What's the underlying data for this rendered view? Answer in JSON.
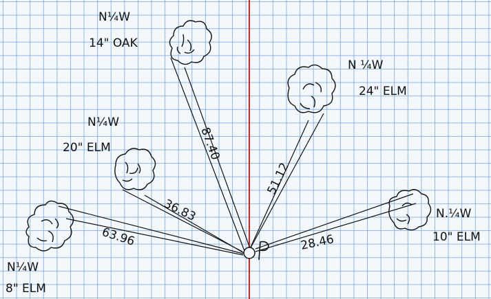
{
  "colors": {
    "grid": "#6ea0d7",
    "red_line": "#d6232a",
    "ink": "#111111",
    "paper": "#f4f8fc"
  },
  "trees": [
    {
      "id": "oak14",
      "direction": "N¼W",
      "size_species": "14\" OAK",
      "distance": "87.40"
    },
    {
      "id": "elm24",
      "direction": "N ¼W",
      "size_species": "24\" ELM",
      "distance": "51.12"
    },
    {
      "id": "elm20",
      "direction": "N¼W",
      "size_species": "20\" ELM",
      "distance": "36.83"
    },
    {
      "id": "elm8",
      "direction": "N¼W",
      "size_species": "8\" ELM",
      "distance": "63.96"
    },
    {
      "id": "elm10",
      "direction": "N.¼W",
      "size_species": "10\" ELM",
      "distance": "28.46"
    }
  ],
  "point_label": "P"
}
